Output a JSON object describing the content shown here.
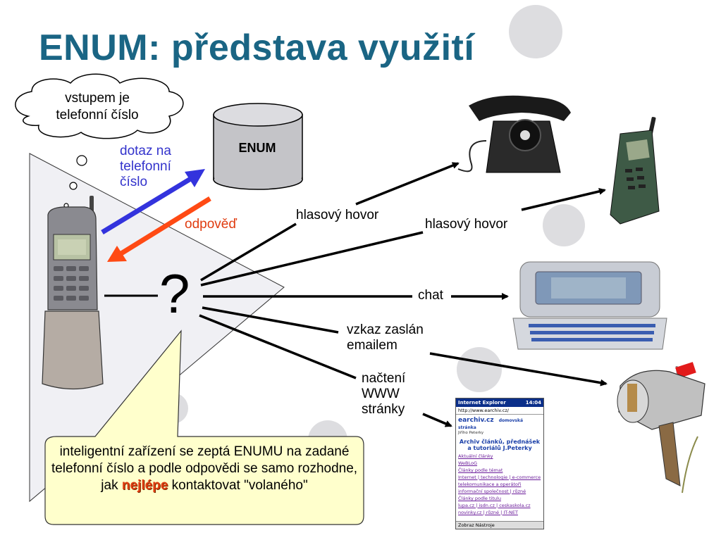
{
  "title": "ENUM: představa využití",
  "cloud": {
    "line1": "vstupem je",
    "line2": "telefonní číslo"
  },
  "enum_db": {
    "label": "ENUM"
  },
  "labels": {
    "query_line1": "dotaz na",
    "query_line2": "telefonní",
    "query_line3": "číslo",
    "answer": "odpověď",
    "question": "?",
    "voice1": "hlasový hovor",
    "voice2": "hlasový hovor",
    "chat": "chat",
    "email_line1": "vzkaz zaslán",
    "email_line2": "emailem",
    "www_line1": "načtení",
    "www_line2": "WWW",
    "www_line3": "stránky"
  },
  "callout": {
    "text_before": "inteligentní zařízení se zeptá ENUMU na zadané telefonní číslo a podle odpovědi se samo rozhodne, jak ",
    "highlight": "nejlépe",
    "text_after": " kontaktovat \"volaného\""
  },
  "pda": {
    "browser": "Internet Explorer",
    "time": "14:04",
    "url": "http://www.earchiv.cz/",
    "logo": "earchiv.cz",
    "logo_sub": "Jiřího Peterky",
    "home": "domovská stránka",
    "heading": "Archiv článků, přednášek a tutoriálů J.Peterky",
    "link1": "Aktuální články",
    "link2": "WeBLoG",
    "link3": "Články podle témat",
    "link4": "Internet | technologie | e-commerce",
    "link5": "telekomunikace a operátoři",
    "link6": "informační společnost | různé",
    "link7": "Články podle titulu",
    "link8": "lupa.cz | isdn.cz | ceskaskola.cz",
    "link9": "novinky.cz | různé | IT-NET",
    "toolbar": "Zobraz Nástroje"
  },
  "colors": {
    "title": "#1a6584",
    "query_arrow": "#3333dd",
    "answer_arrow": "#ff4a14",
    "callout_fill": "#ffffcc",
    "triangle_fill": "#f0f0f4",
    "deco_circle": "#dddde0"
  },
  "icons": {
    "mobile_left": "nokia-8110-phone-icon",
    "desk_phone": "rotary-desk-phone-icon",
    "mobile_right": "nokia-mobile-phone-icon",
    "organizer": "pocket-organizer-icon",
    "mailbox": "mailbox-icon",
    "pda": "pocket-pc-browser-icon"
  }
}
